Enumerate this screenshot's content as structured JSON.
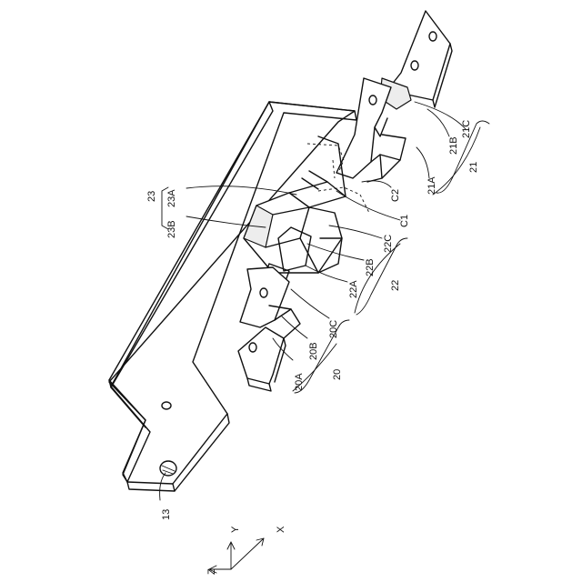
{
  "labels": {
    "l13": "13",
    "l20": "20",
    "l20A": "20A",
    "l20B": "20B",
    "l20C": "20C",
    "l21": "21",
    "l21A": "21A",
    "l21B": "21B",
    "l21C": "21C",
    "l22": "22",
    "l22A": "22A",
    "l22B": "22B",
    "l22C": "22C",
    "l23": "23",
    "l23A": "23A",
    "l23B": "23B",
    "lC1": "C1",
    "lC2": "C2"
  },
  "axes": {
    "x": "X",
    "y": "Y",
    "z": "Z"
  }
}
